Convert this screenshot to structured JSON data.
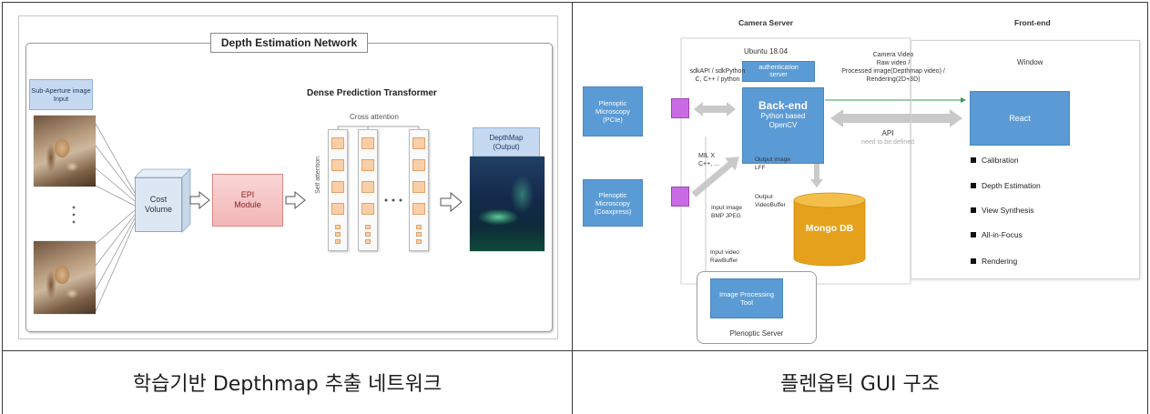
{
  "document_table": {
    "left_cell": {
      "figure": {
        "title": "Depth Estimation Network",
        "input_label": "Sub-Aperture image Input",
        "cost_volume_label": "Cost Volume",
        "epi_module_label": "EPI Module",
        "transformer_title": "Dense Prediction Transformer",
        "cross_attention_label": "Cross attention",
        "self_attention_label": "Self attention",
        "output_label": "DepthMap (Output)"
      },
      "caption": "학습기반 Depthmap 추출 네트워크"
    },
    "right_cell": {
      "figure": {
        "camera_server_heading": "Camera Server",
        "front_end_heading": "Front-end",
        "os_label": "Ubuntu 18.04",
        "auth_server": "authentication server",
        "back_end": {
          "title": "Back-end",
          "line1": "Python based",
          "line2": "OpenCV"
        },
        "video_flow_lines": [
          "Camera Video",
          "Raw video /",
          "Processed image(Depthmap video) /",
          "Rendering(2D+3D)"
        ],
        "window_label": "Window",
        "react": "React",
        "api": "API",
        "api_note": "need to be defined",
        "sdk_lines": [
          "sdkAPI / sdkPython",
          "C, C++ / python"
        ],
        "microscope_pcie": "Plenoptic Microscopy (PCIe)",
        "microscope_coaxpress": "Plenoptic Microscopy (Coaxpress)",
        "mil_lines": [
          "MIL X",
          "C++, ..."
        ],
        "output_image_lines": [
          "Output image",
          "LFF"
        ],
        "output_video_lines": [
          "Output",
          "VideoBuffer"
        ],
        "input_image_lines": [
          "Input image",
          "BMP JPEG"
        ],
        "input_video_lines": [
          "Input video",
          "RawBuffer"
        ],
        "database": "Mongo DB",
        "image_tool": "Image Processing Tool",
        "server_label": "Plenoptic Server",
        "features": [
          "Calibration",
          "Depth Estimation",
          "View Synthesis",
          "All-in-Focus",
          "Rendering"
        ]
      },
      "caption": "플렌옵틱 GUI 구조"
    }
  },
  "colors": {
    "table_rule": "#3a3a3a",
    "accent_blue": "#5b9bd5",
    "light_blue": "#c6d9f1",
    "epi_pink": "#f5c6c6",
    "transformer_orange": "#f9cfa8",
    "connector_purple": "#c96be4",
    "database_gold": "#e6a11c",
    "arrow_gray": "#c9c9c9",
    "data_flow_green": "#3a9a5a"
  },
  "icons": {
    "flow_arrow": "hollow-right-arrow-icon",
    "bullet": "black-square-bullet-icon",
    "database": "database-cylinder-icon",
    "ellipsis": "ellipsis-dots-icon"
  }
}
